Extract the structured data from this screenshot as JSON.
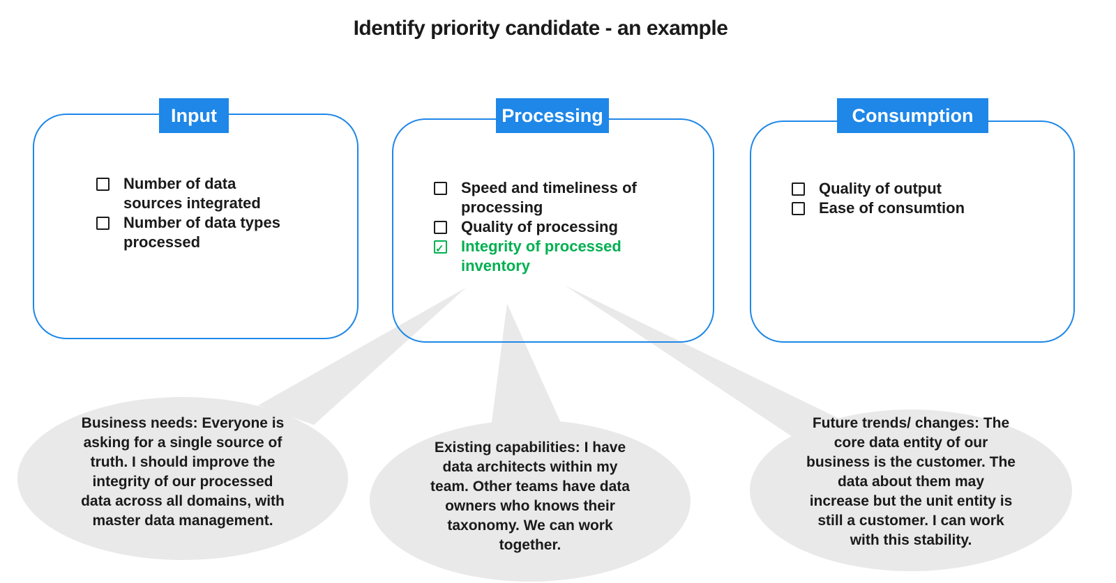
{
  "title": "Identify priority candidate - an example",
  "colors": {
    "accent_blue": "#1E87E8",
    "check_green": "#00B050",
    "shape_gray": "#E9E9E9",
    "text_dark": "#1A1A1A"
  },
  "columns": [
    {
      "header": "Input",
      "items": [
        {
          "label": "Number of data\nsources integrated",
          "checked": false
        },
        {
          "label": "Number of data types\nprocessed",
          "checked": false
        }
      ]
    },
    {
      "header": "Processing",
      "items": [
        {
          "label": "Speed and timeliness of\nprocessing",
          "checked": false
        },
        {
          "label": "Quality of processing",
          "checked": false
        },
        {
          "label": "Integrity of processed\ninventory",
          "checked": true
        }
      ]
    },
    {
      "header": "Consumption",
      "items": [
        {
          "label": "Quality of output",
          "checked": false
        },
        {
          "label": "Ease of consumtion",
          "checked": false
        }
      ]
    }
  ],
  "bubbles": [
    {
      "text": "Business needs: Everyone is\nasking for a single source of\ntruth. I should improve the\nintegrity of our processed\ndata across all domains, with\nmaster data management."
    },
    {
      "text": "Existing capabilities: I have\ndata architects within my\nteam. Other teams have data\nowners who knows their\ntaxonomy. We can work\ntogether."
    },
    {
      "text": "Future trends/ changes: The\ncore data entity of our\nbusiness is the customer. The\ndata about them may\nincrease but the unit entity is\nstill a customer. I can work\nwith this stability."
    }
  ]
}
